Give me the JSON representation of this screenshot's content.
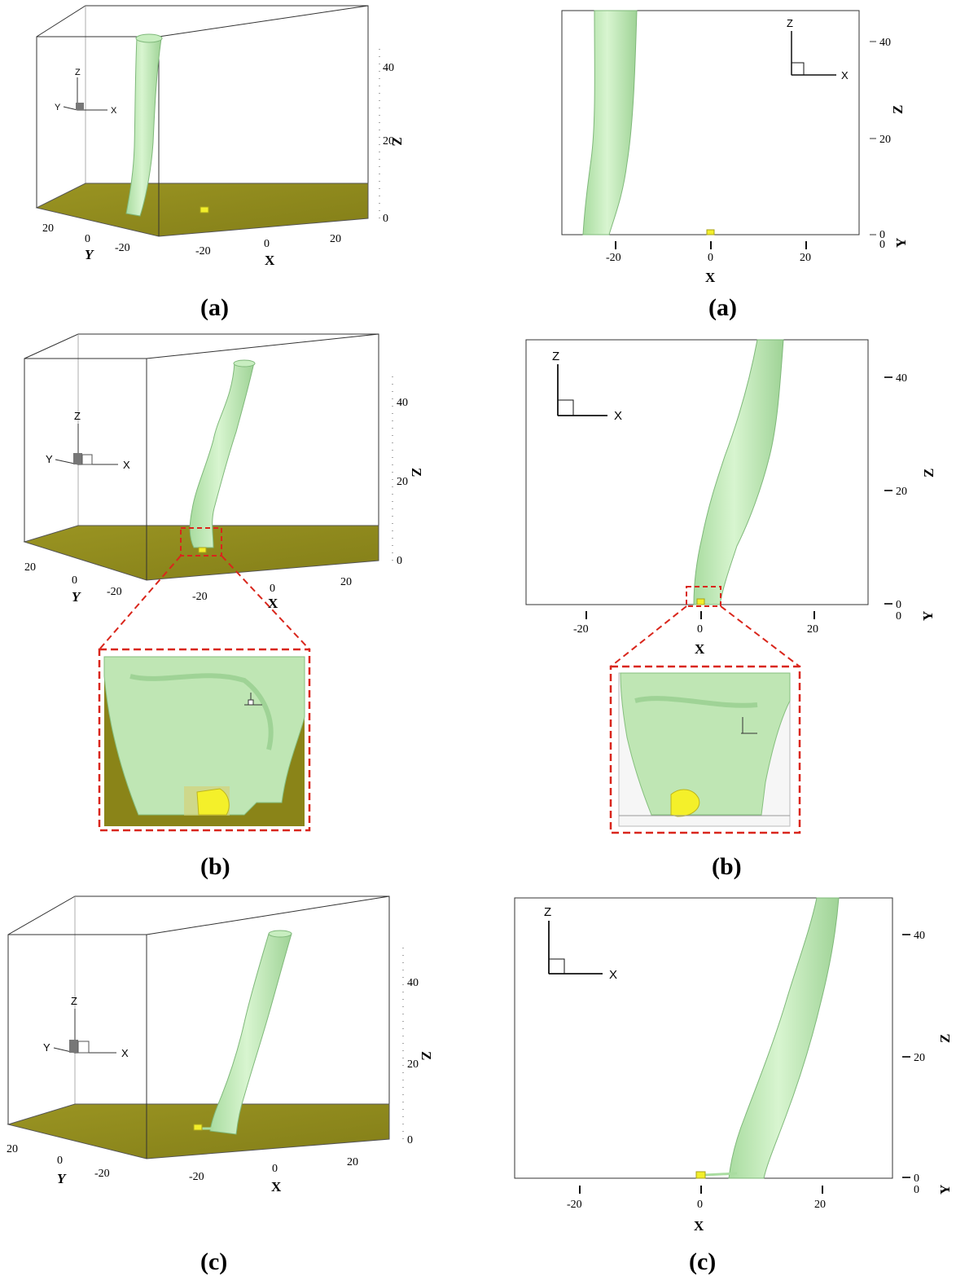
{
  "colors": {
    "plume_fill": "#c8eec0",
    "plume_edge": "#7fb87a",
    "ground": "#8f8a1e",
    "source": "#f2ee2a",
    "callout": "#d9261c"
  },
  "panels": {
    "a_iso": {
      "caption": "(a)",
      "axis": {
        "x": "X",
        "y": "Y",
        "z": "Z"
      },
      "x_ticks": [
        "-20",
        "0",
        "20"
      ],
      "y_ticks": [
        "20",
        "0",
        "-20"
      ],
      "z_ticks": [
        "40",
        "20",
        "0"
      ],
      "triad": {
        "x": "X",
        "y": "Y",
        "z": "Z"
      }
    },
    "a_front": {
      "caption": "(a)",
      "axis": {
        "x": "X",
        "y": "Y",
        "z": "Z"
      },
      "x_ticks": [
        "-20",
        "0",
        "20"
      ],
      "z_ticks": [
        "40",
        "20",
        "0"
      ],
      "y_tick": "0",
      "triad": {
        "x": "X",
        "z": "Z"
      }
    },
    "b_iso": {
      "caption": "(b)",
      "axis": {
        "x": "X",
        "y": "Y",
        "z": "Z"
      },
      "x_ticks": [
        "-20",
        "0",
        "20"
      ],
      "y_ticks": [
        "20",
        "0",
        "-20"
      ],
      "z_ticks": [
        "40",
        "20",
        "0"
      ],
      "triad": {
        "x": "X",
        "y": "Y",
        "z": "Z"
      }
    },
    "b_front": {
      "caption": "(b)",
      "axis": {
        "x": "X",
        "y": "Y",
        "z": "Z"
      },
      "x_ticks": [
        "-20",
        "0",
        "20"
      ],
      "z_ticks": [
        "40",
        "20",
        "0"
      ],
      "y_tick": "0",
      "triad": {
        "x": "X",
        "z": "Z"
      }
    },
    "c_iso": {
      "caption": "(c)",
      "axis": {
        "x": "X",
        "y": "Y",
        "z": "Z"
      },
      "x_ticks": [
        "-20",
        "0",
        "20"
      ],
      "y_ticks": [
        "20",
        "0",
        "-20"
      ],
      "z_ticks": [
        "40",
        "20",
        "0"
      ],
      "triad": {
        "x": "X",
        "y": "Y",
        "z": "Z"
      }
    },
    "c_front": {
      "caption": "(c)",
      "axis": {
        "x": "X",
        "y": "Y",
        "z": "Z"
      },
      "x_ticks": [
        "-20",
        "0",
        "20"
      ],
      "z_ticks": [
        "40",
        "20",
        "0"
      ],
      "y_tick": "0",
      "triad": {
        "x": "X",
        "z": "Z"
      }
    }
  }
}
